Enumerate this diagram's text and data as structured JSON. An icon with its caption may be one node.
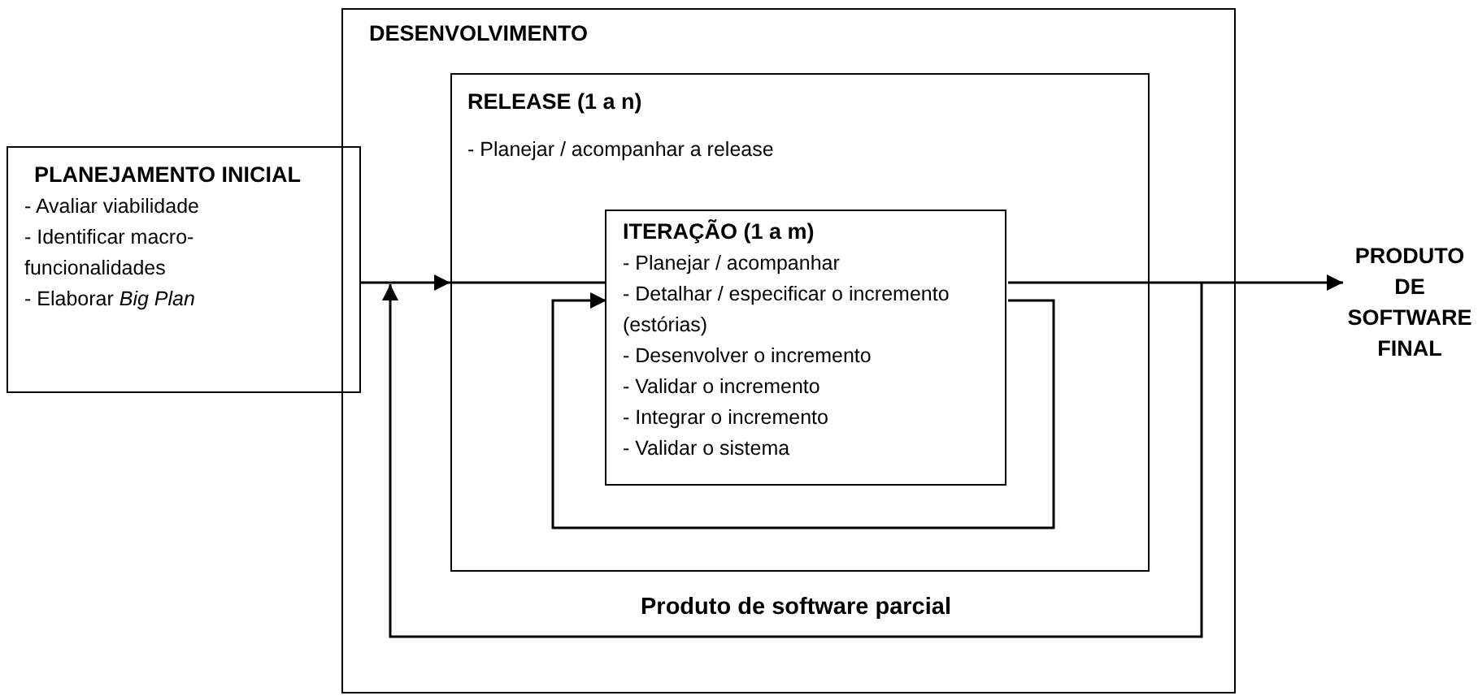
{
  "diagram": {
    "nodes": [
      {
        "text": [
          "PLANEJAMENTO INICIAL",
          "- Avaliar viabilidade",
          "- Identificar macro-funcionalidades",
          "- Elaborar *Big Plan*"
        ]
      },
      {
        "text": [
          "DESENVOLVIMENTO"
        ]
      },
      {
        "text": [
          "RELEASE (1 a n)",
          "- Planejar / acompanhar a release"
        ],
        "in": 1
      },
      {
        "text": [
          "ITERAÇÃO (1 a m)",
          "- Planejar / acompanhar",
          "- Detalhar / especificar o incremento (estórias)",
          "- Desenvolver o incremento",
          "- Validar o incremento",
          "- Integrar o incremento",
          "- Validar o sistema"
        ],
        "in": 2
      },
      {
        "text": [
          "PRODUTO DE SOFTWARE FINAL"
        ]
      }
    ],
    "edges": [
      {
        "from": 0,
        "to": 2,
        "arrow": "to"
      },
      {
        "from": 2,
        "to": 3,
        "arrow": "none"
      },
      {
        "from": 3,
        "to": 4,
        "arrow": "to"
      },
      {
        "from": 3,
        "to": 3,
        "arrow": "to"
      },
      {
        "from": null,
        "to": 2,
        "arrow": "to",
        "label": "Produto de software parcial"
      }
    ]
  }
}
